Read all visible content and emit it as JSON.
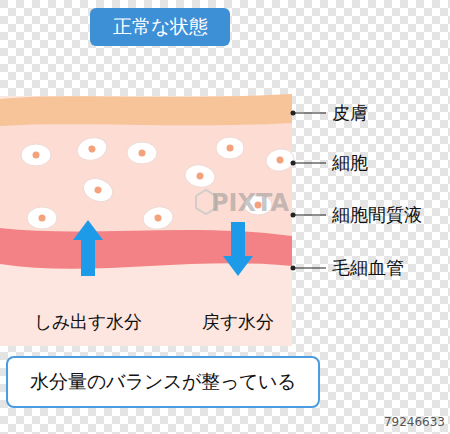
{
  "diagram": {
    "title": "正常な状態",
    "caption": "水分量のバランスが整っている",
    "labels": [
      "皮膚",
      "細胞",
      "細胞間質液",
      "毛細血管",
      "しみ出す水分",
      "戻す水分",
      "PIXTA",
      "79246633"
    ]
  }
}
